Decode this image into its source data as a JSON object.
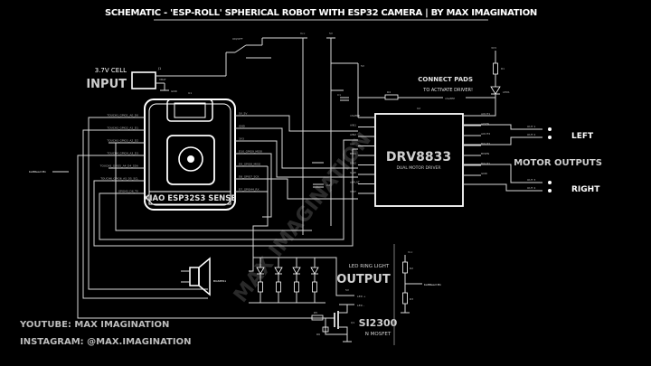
{
  "title": "SCHEMATIC - 'ESP-ROLL' SPHERICAL ROBOT WITH ESP32 CAMERA | BY MAX IMAGINATION",
  "labels": {
    "cell_top": "3.7V CELL",
    "cell_bottom": "INPUT",
    "connect_pads_1": "CONNECT PADS",
    "connect_pads_2": "TO ACTIVATE DRIVER!",
    "drv_name": "DRV8833",
    "drv_sub": "DUAL MOTOR DRIVER",
    "left": "LEFT",
    "right": "RIGHT",
    "motor_outputs": "MOTOR OUTPUTS",
    "module_name": "XIAO ESP32S3 SENSE",
    "led_ring_1": "LED RING LIGHT",
    "led_ring_2": "OUTPUT",
    "mosfet_1": "SI2300",
    "mosfet_2": "N MOSFET",
    "buzzer": "BUZZER1",
    "youtube": "YOUTUBE: MAX IMAGINATION",
    "instagram": "INSTAGRAM: @MAX.IMAGINATION",
    "watermark": "MAX IMAGINATION"
  },
  "small": {
    "onoff": "ON/OFF",
    "j1": "J1",
    "gnd": "GND",
    "vbat": "VBAT",
    "u1": "U1",
    "u2": "U2",
    "c1": "C1",
    "c2": "C2",
    "r1": "R1",
    "r2": "R2",
    "r3": "R3",
    "r4": "R4",
    "r5": "R5",
    "r6": "R6",
    "q1": "Q1",
    "led1": "LED1",
    "bat_fb": "battRead Pin",
    "led_plus": "LED +",
    "led_minus": "LED -",
    "v5": "5V",
    "v33": "3V3",
    "vcc": "Vcc",
    "out1": "OUT 1",
    "out2": "OUT 2",
    "out3": "OUT 3",
    "out4": "OUT 4",
    "nsleep": "nSLEEP"
  },
  "esp_left_pins": [
    "TOUCH1_GPIO1_A0_D0",
    "TOUCH2_GPIO2_A1_D1",
    "TOUCH3_GPIO3_A2_D2",
    "TOUCH4_GPIO4_A3_D3",
    "TOUCH5_GPIO5_A4_D4_SDA",
    "TOUCH6_GPIO6_A5_D5_SCL",
    "GPIO43_D6_TX"
  ],
  "esp_right_pins": [
    "5V_5V",
    "GND",
    "3V3",
    "D10_GPIO9_MOSI",
    "D9_GPIO8_MISO",
    "D8_GPIO7_SCK",
    "D7_GPIO44_RX"
  ],
  "drv_left_pins": [
    "nSLEEP",
    "AIN1",
    "AIN2",
    "VM",
    "BIN1",
    "BIN2",
    "GND",
    "nFAULT",
    "VINT"
  ],
  "drv_right_pins": [
    "AOUT1",
    "AISEN",
    "AOUT2",
    "BOUT2",
    "BISEN",
    "BOUT1",
    "GND"
  ],
  "colors": {
    "background": "#000000",
    "wire": "#d8d8d8",
    "text": "#ffffff"
  }
}
